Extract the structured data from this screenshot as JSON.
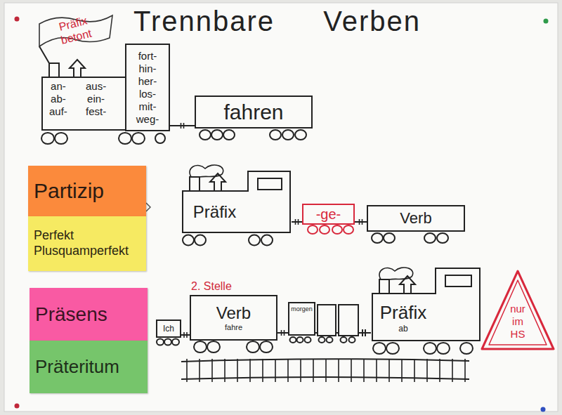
{
  "diagram": {
    "title": "Trennbare Verben",
    "nodes": [
      {
        "text": [
          "Präfix betont"
        ]
      },
      {
        "text": [
          "an- ab- auf-",
          "aus- ein- fest-"
        ]
      },
      {
        "text": [
          "fort- hin- her- los- mit- weg-"
        ],
        "in": 1
      },
      {
        "text": [
          "fahren"
        ]
      },
      {
        "text": [
          "Partizip"
        ]
      },
      {
        "text": [
          "Perfekt",
          "Plusquamperfekt"
        ]
      },
      {
        "text": [
          "Präfix"
        ]
      },
      {
        "text": [
          "-ge-"
        ]
      },
      {
        "text": [
          "Verb"
        ]
      },
      {
        "text": [
          "Präsens"
        ]
      },
      {
        "text": [
          "Präteritum"
        ]
      },
      {
        "text": [
          "Ich"
        ]
      },
      {
        "text": [
          "Verb",
          "fahre"
        ]
      },
      {
        "text": [
          "morgen"
        ]
      },
      {
        "text": [
          "Präfix",
          "ab"
        ]
      },
      {
        "text": [
          "nur im HS"
        ]
      }
    ],
    "edges": [
      {
        "from": 1,
        "to": 3,
        "arrow": "none"
      },
      {
        "from": 6,
        "to": 7,
        "arrow": "none"
      },
      {
        "from": 7,
        "to": 8,
        "arrow": "none"
      },
      {
        "from": 11,
        "to": 12,
        "arrow": "none"
      },
      {
        "from": 12,
        "to": 13,
        "arrow": "none"
      }
    ],
    "labels": [
      "2. Stelle"
    ]
  }
}
